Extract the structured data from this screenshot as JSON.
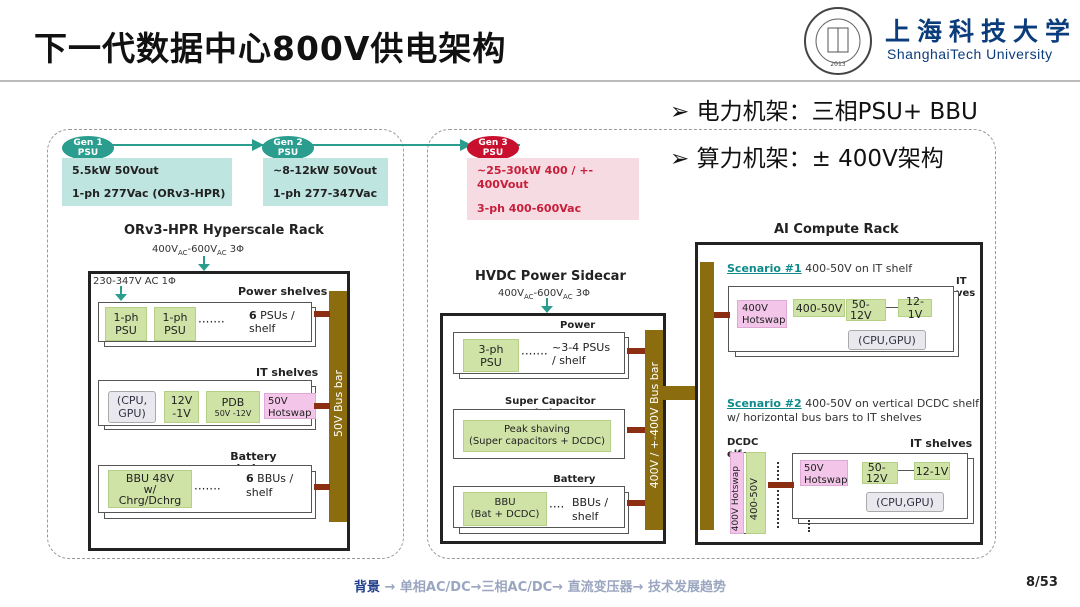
{
  "title": "下一代数据中心800V供电架构",
  "university": {
    "cn": "上海科技大学",
    "en": "ShanghaiTech University",
    "seal_text": "上海科技大学 SHANGHAITECH UNIVERSITY 2013"
  },
  "bullets": [
    "➢ 电力机架：三相PSU+ BBU",
    "➢ 算力机架：± 400V架构"
  ],
  "gens": [
    {
      "label": "Gen 1\nPSU",
      "line1": "5.5kW 50Vout",
      "line2": "1-ph 277Vac (ORv3-HPR)",
      "color": "#2a9d8f"
    },
    {
      "label": "Gen 2\nPSU",
      "line1": "~8-12kW 50Vout",
      "line2": "1-ph 277-347Vac",
      "color": "#2a9d8f"
    },
    {
      "label": "Gen 3\nPSU",
      "line1": "~25-30kW 400 / +-",
      "line1b": "400Vout",
      "line2": "3-ph 400-600Vac",
      "color": "#c8102e"
    }
  ],
  "left_rack": {
    "title": "ORv3-HPR Hyperscale Rack",
    "input_pre": "400V",
    "input_sub1": "AC",
    "input_mid": "-600V",
    "input_sub2": "AC",
    "input_post": " 3Φ",
    "ac_in": "230-347V AC 1Φ",
    "power_shelves": "Power shelves",
    "psu1": "1-ph\nPSU",
    "psu2": "1-ph\nPSU",
    "dots": "·······",
    "psu_count_num": "6",
    "psu_count": " PSUs /\nshelf",
    "it_shelves": "IT shelves",
    "cpu": "(CPU,\nGPU)",
    "v12": "12V\n-1V",
    "pdb": "PDB",
    "pdb_sub": "50V -12V",
    "hotswap": "50V\nHotswap",
    "battery_shelves": "Battery\nshelves",
    "bbu": "BBU 48V\nw/\nChrg/Dchrg",
    "bbu_count_num": "6",
    "bbu_count": " BBUs /\nshelf",
    "bus": "50V Bus bar"
  },
  "sidecar": {
    "title": "HVDC Power Sidecar",
    "input_pre": "400V",
    "input_sub1": "AC",
    "input_mid": "-600V",
    "input_sub2": "AC",
    "input_post": " 3Φ",
    "power": "Power",
    "psu": "3-ph\nPSU",
    "psu_count": "~3-4 PSUs\n/ shelf",
    "supercap": "Super Capacitor\nshelves",
    "supercap_box": "Peak shaving\n(Super capacitors + DCDC)",
    "battery": "Battery\nshelves",
    "bbu": "BBU\n(Bat + DCDC)",
    "bbu_count": "BBUs /\nshelf",
    "bus": "400V / +-400V Bus bar"
  },
  "ai_rack": {
    "title": "AI Compute Rack",
    "s1_link": "Scenario #1",
    "s1_text": " 400-50V on IT shelf",
    "it1": "IT\nves",
    "s1_hotswap": "400V\nHotswap",
    "s1_conv": "400-50V",
    "s1_50": "50-\n12V",
    "s1_12": "12-1V",
    "s1_cpu": "(CPU,GPU)",
    "s2_link": "Scenario #2",
    "s2_text": " 400-50V on vertical DCDC shelf",
    "s2_text2": "w/ horizontal bus bars to IT shelves",
    "dcdc": "DCDC\nelf",
    "it2": "IT shelves",
    "s2_hotswap_v": "400V Hotswap",
    "s2_conv_v": "400-50V",
    "s2_hotswap": "50V\nHotswap",
    "s2_50": "50-\n12V",
    "s2_12": "12-1V",
    "s2_cpu": "(CPU,GPU)"
  },
  "footer": {
    "current": "背景",
    "rest": " → 单相AC/DC→三相AC/DC→ 直流变压器→ 技术发展趋势"
  },
  "page": "8/53"
}
